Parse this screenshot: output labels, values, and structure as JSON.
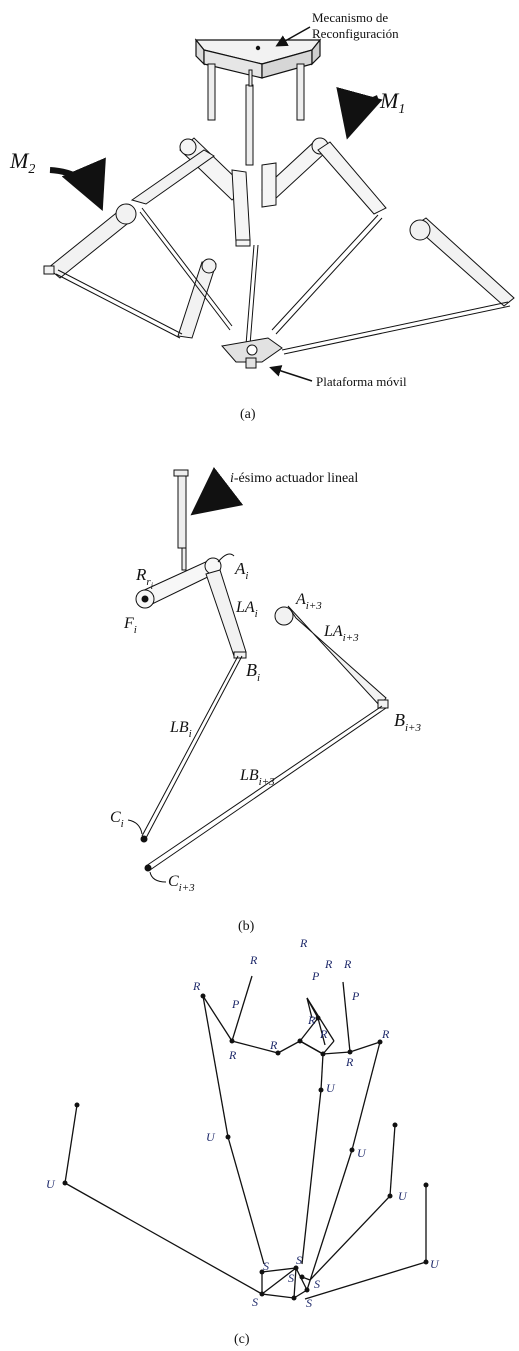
{
  "panel_a": {
    "caption": "(a)",
    "label_mechanism_line1": "Mecanismo de",
    "label_mechanism_line2": "Reconfiguración",
    "label_m1_main": "M",
    "label_m1_sub": "1",
    "label_m2_main": "M",
    "label_m2_sub": "2",
    "label_platform": "Plataforma móvil"
  },
  "panel_b": {
    "caption": "(b)",
    "actuator_prefix": "i",
    "actuator_rest": "-ésimo actuador lineal",
    "labels": {
      "Ai": {
        "main": "A",
        "sub": "i"
      },
      "Rri": {
        "main": "R",
        "sub": "r",
        "subsub": "i"
      },
      "LAi": {
        "main": "LA",
        "sub": "i"
      },
      "Fi": {
        "main": "F",
        "sub": "i"
      },
      "Ai3": {
        "main": "A",
        "sub": "i+3"
      },
      "LAi3": {
        "main": "LA",
        "sub": "i+3"
      },
      "Bi": {
        "main": "B",
        "sub": "i"
      },
      "LBi": {
        "main": "LB",
        "sub": "i"
      },
      "Bi3": {
        "main": "B",
        "sub": "i+3"
      },
      "LBi3": {
        "main": "LB",
        "sub": "i+3"
      },
      "Ci": {
        "main": "C",
        "sub": "i"
      },
      "Ci3": {
        "main": "C",
        "sub": "i+3"
      }
    }
  },
  "panel_c": {
    "caption": "(c)",
    "joint_R": "R",
    "joint_P": "P",
    "joint_U": "U",
    "joint_S": "S"
  }
}
